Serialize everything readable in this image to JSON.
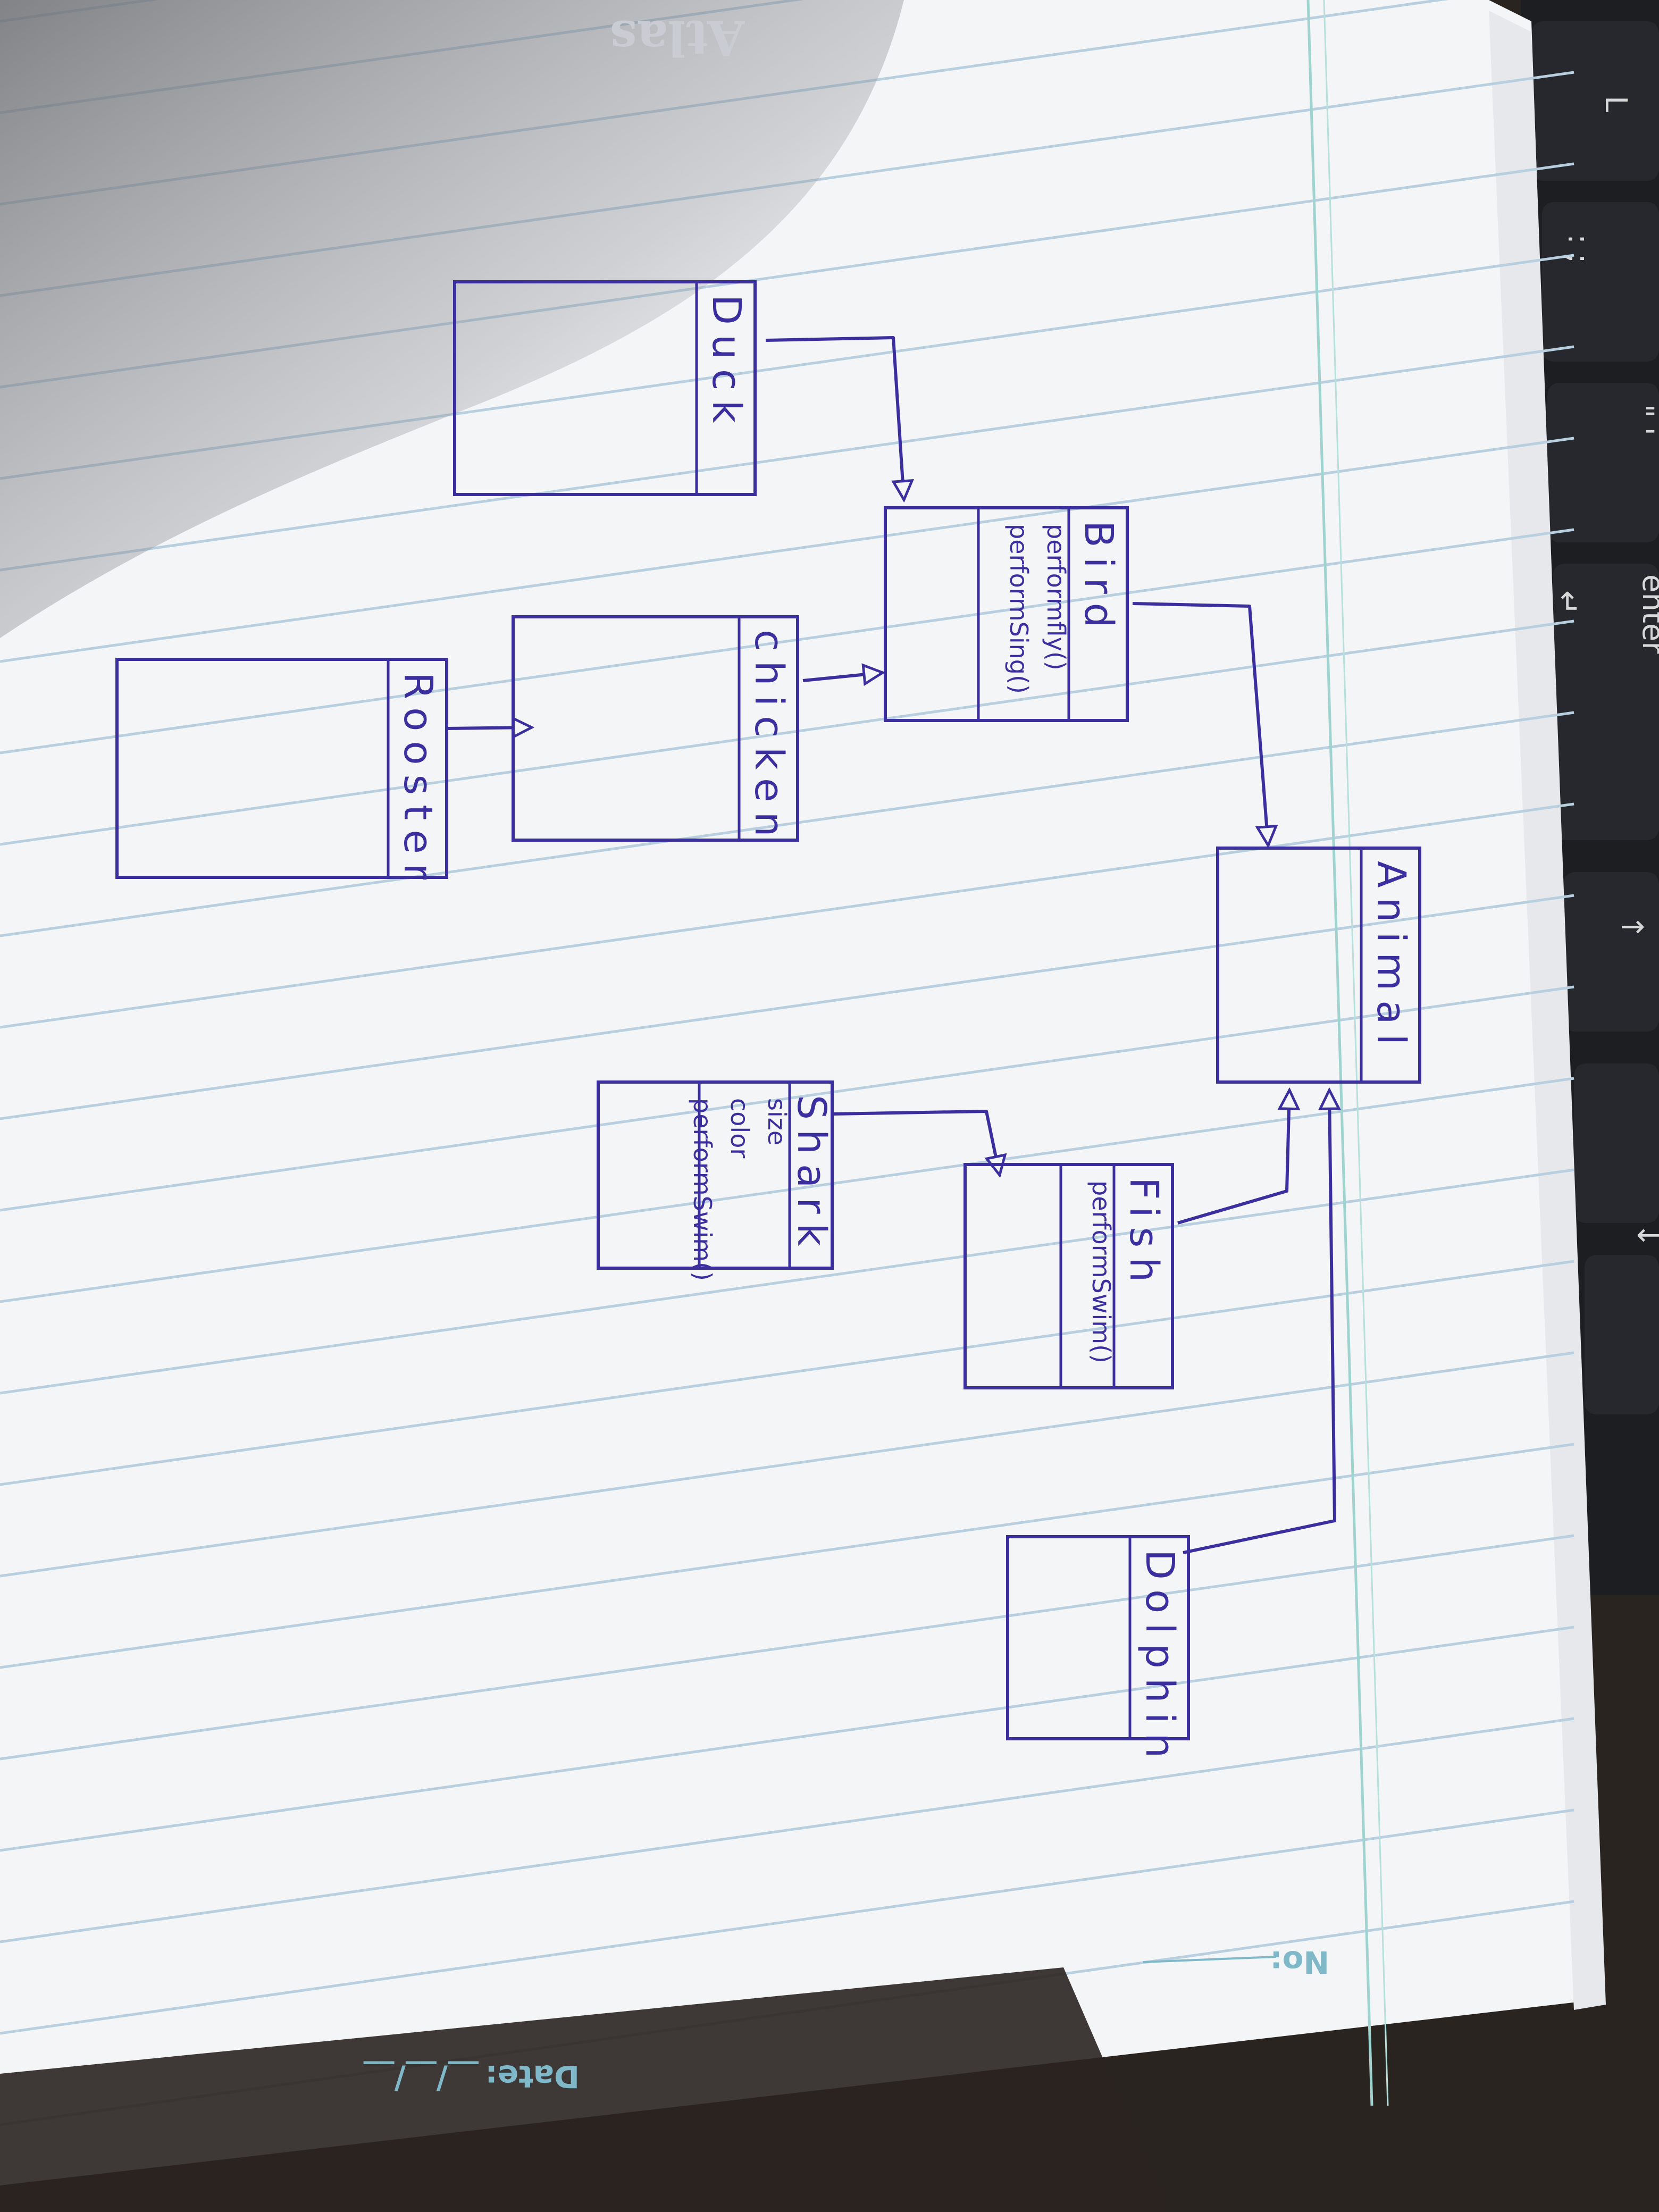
{
  "diagram": {
    "classes": [
      {
        "id": "animal",
        "name": "Animal",
        "members": []
      },
      {
        "id": "bird",
        "name": "Bird",
        "members": [
          "performfly()",
          "performSing()"
        ]
      },
      {
        "id": "duck",
        "name": "Duck",
        "members": []
      },
      {
        "id": "chicken",
        "name": "chicken",
        "members": []
      },
      {
        "id": "rooster",
        "name": "Rooster",
        "members": []
      },
      {
        "id": "fish",
        "name": "Fish",
        "members": [
          "performSwim()"
        ]
      },
      {
        "id": "shark",
        "name": "Shark",
        "members": [
          "size",
          "color",
          "performSwim()"
        ]
      },
      {
        "id": "dolphin",
        "name": "Dolphin",
        "members": []
      }
    ],
    "relations": [
      {
        "from": "duck",
        "to": "bird",
        "type": "inheritance"
      },
      {
        "from": "chicken",
        "to": "bird",
        "type": "inheritance"
      },
      {
        "from": "rooster",
        "to": "chicken",
        "type": "inheritance"
      },
      {
        "from": "bird",
        "to": "animal",
        "type": "inheritance"
      },
      {
        "from": "shark",
        "to": "fish",
        "type": "inheritance"
      },
      {
        "from": "fish",
        "to": "animal",
        "type": "inheritance"
      },
      {
        "from": "dolphin",
        "to": "animal",
        "type": "inheritance"
      }
    ]
  },
  "notebook": {
    "brand": "Atlas",
    "date_label": "Date:",
    "date_blank": "__/__/__",
    "no_label": "No:"
  },
  "keyboard": {
    "enter_label": "enter",
    "enter_glyph": "↵",
    "keys": [
      "L",
      ": ;",
      "\" '",
      "↑",
      "↓"
    ]
  },
  "colors": {
    "ink": "#3b2fa0",
    "paper": "#f4f5f7",
    "rule_line": "#b8cfe0",
    "margin_line": "#9fd3cf",
    "shadow": "#8e9196",
    "keyboard": "#1c1e22"
  }
}
